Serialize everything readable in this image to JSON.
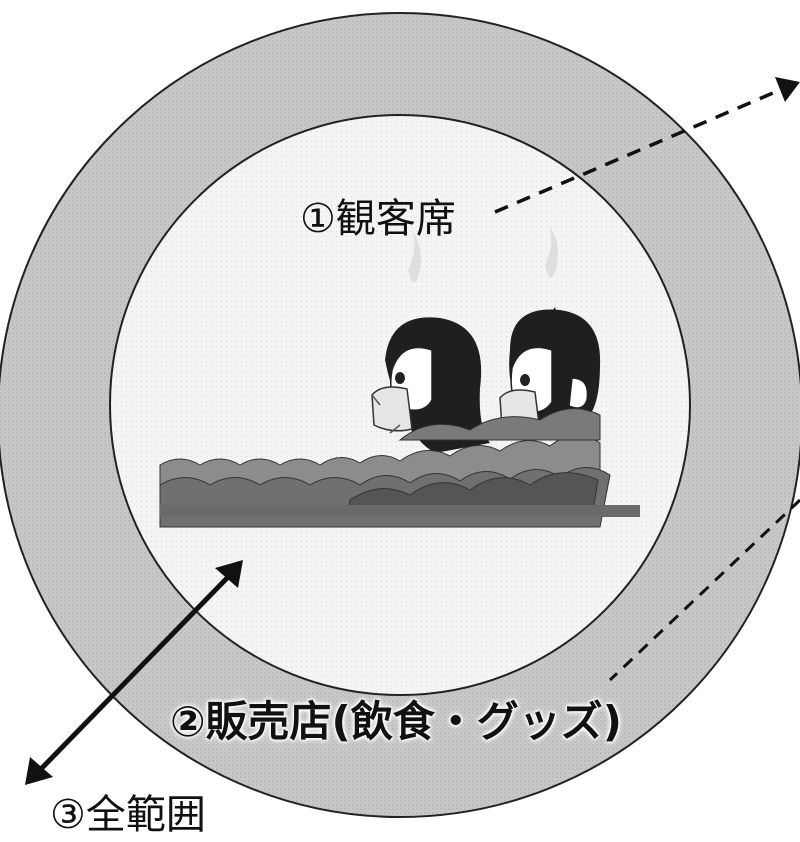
{
  "labels": {
    "seats": "①観客席",
    "shops": "②販売店(飲食・グッズ)",
    "all": "③全範囲"
  },
  "colors": {
    "outer_ring": "#c9c9c9",
    "inner_circle": "#f2f2f2",
    "stroke": "#222222",
    "hair_dark": "#1f1f1f",
    "skin": "#ffffff",
    "mask": "#e6e6e6",
    "crowd_light": "#8c8c8c",
    "crowd_mid": "#707070",
    "crowd_dark": "#555555",
    "steam": "#d8d8d8"
  },
  "icons": [
    "spectators-illustration",
    "crowd-illustration",
    "dashed-arrow",
    "double-arrow"
  ]
}
